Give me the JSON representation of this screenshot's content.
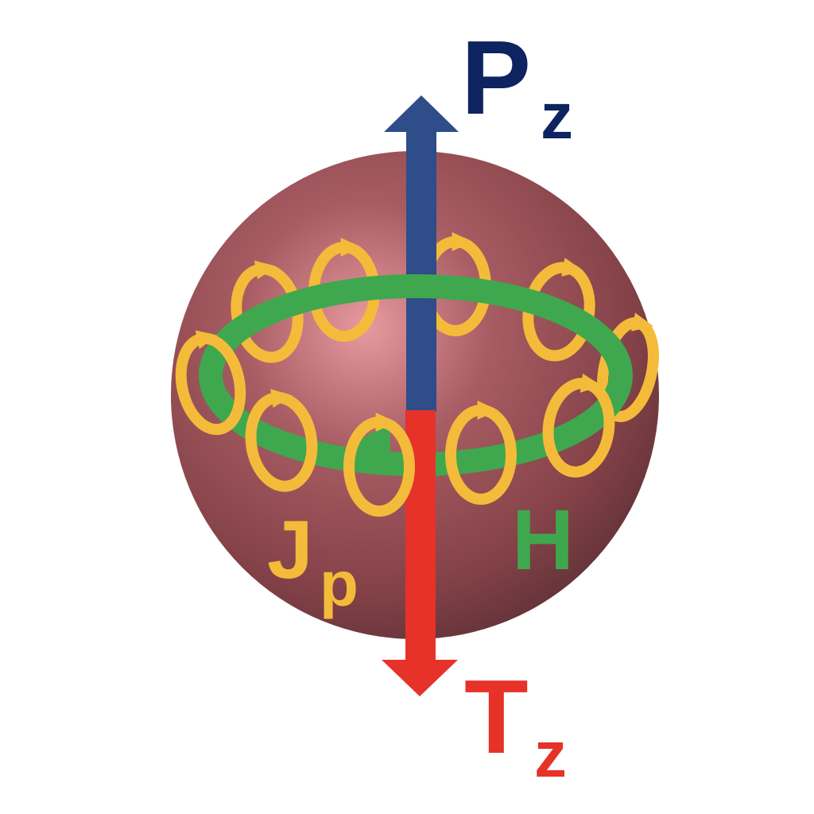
{
  "labels": {
    "p_main": "P",
    "p_sub": "z",
    "t_main": "T",
    "t_sub": "z",
    "j_main": "J",
    "j_sub": "p",
    "h": "H"
  },
  "colors": {
    "background": "#ffffff",
    "sphere": "#8e4a50",
    "sphere_highlight": "#e79aa0",
    "sphere_shadow": "#5c3035",
    "arrow_up": "#2f4d88",
    "arrow_down": "#e63228",
    "ring_green": "#3fa84e",
    "loop_yellow": "#f4bb3a",
    "label_p": "#0e2460",
    "label_t": "#e63228",
    "label_j": "#f4bb3a",
    "label_h": "#3fa84e"
  },
  "icons": {
    "sphere": "sphere-icon",
    "pz_arrow": "arrow-up-icon",
    "tz_arrow": "arrow-down-icon",
    "toroidal_ring": "ring-arrow-icon",
    "current_loops": "loop-arrow-icon"
  }
}
